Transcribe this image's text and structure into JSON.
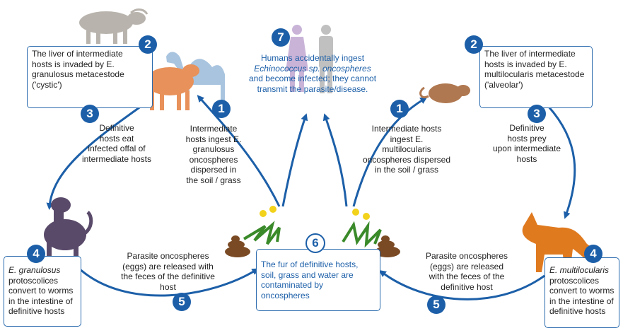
{
  "steps": {
    "s1_left": {
      "num": "1",
      "lines": [
        "Intermediate",
        "hosts ingest E.",
        "granulosus",
        "oncospheres",
        "dispersed in",
        "the soil / grass"
      ]
    },
    "s2_left": {
      "num": "2",
      "lines": [
        "The liver of intermediate",
        "hosts is invaded by E.",
        "granulosus metacestode",
        "('cystic')"
      ]
    },
    "s3_left": {
      "num": "3",
      "lines": [
        "Definitive",
        "hosts eat",
        "infected offal of",
        "intermediate hosts"
      ]
    },
    "s4_left": {
      "num": "4",
      "lines": [
        "E. granulosus",
        "protoscolices",
        "convert to worms",
        "in the intestine of",
        "definitive hosts"
      ]
    },
    "s5_left": {
      "num": "5",
      "lines": [
        "Parasite oncospheres",
        "(eggs) are released with",
        "the feces of the definitive",
        "host"
      ]
    },
    "s6": {
      "num": "6",
      "lines": [
        "The fur of definitive hosts,",
        "soil, grass and water are",
        "contaminated by",
        "oncospheres"
      ]
    },
    "s7": {
      "num": "7",
      "lines": [
        "Humans accidentally ingest",
        "Echinococcus sp. oncospheres",
        "and become infected; they cannot",
        "transmit the parasite/disease."
      ]
    },
    "s1_right": {
      "num": "1",
      "lines": [
        "Intermediate hosts",
        "ingest E.",
        "multilocularis",
        "oncospheres dispersed",
        "in the soil / grass"
      ]
    },
    "s2_right": {
      "num": "2",
      "lines": [
        "The liver of intermediate",
        "hosts is invaded by E.",
        "multilocularis metacestode",
        "('alveolar')"
      ]
    },
    "s3_right": {
      "num": "3",
      "lines": [
        "Definitive",
        "hosts prey",
        "upon intermediate",
        "hosts"
      ]
    },
    "s4_right": {
      "num": "4",
      "lines": [
        "E. multilocularis",
        "protoscolices",
        "convert to worms",
        "in the intestine of",
        "definitive hosts"
      ]
    },
    "s5_right": {
      "num": "5",
      "lines": [
        "Parasite oncospheres",
        "(eggs) are released",
        "with the feces of the",
        "definitive host"
      ]
    }
  },
  "icons": [
    "buffalo-icon",
    "camel-icon",
    "sheep-icon",
    "dog-icon",
    "dandelion-icon",
    "feces-icon",
    "human-silhouette-icon",
    "rodent-icon",
    "fox-icon"
  ],
  "colors": {
    "accent": "#1c5fa8",
    "border": "#2a6aad",
    "text": "#222222",
    "fox": "#e07a1f",
    "sheep": "#e8915a",
    "dog": "#5a4a6a",
    "rodent": "#b07850"
  }
}
